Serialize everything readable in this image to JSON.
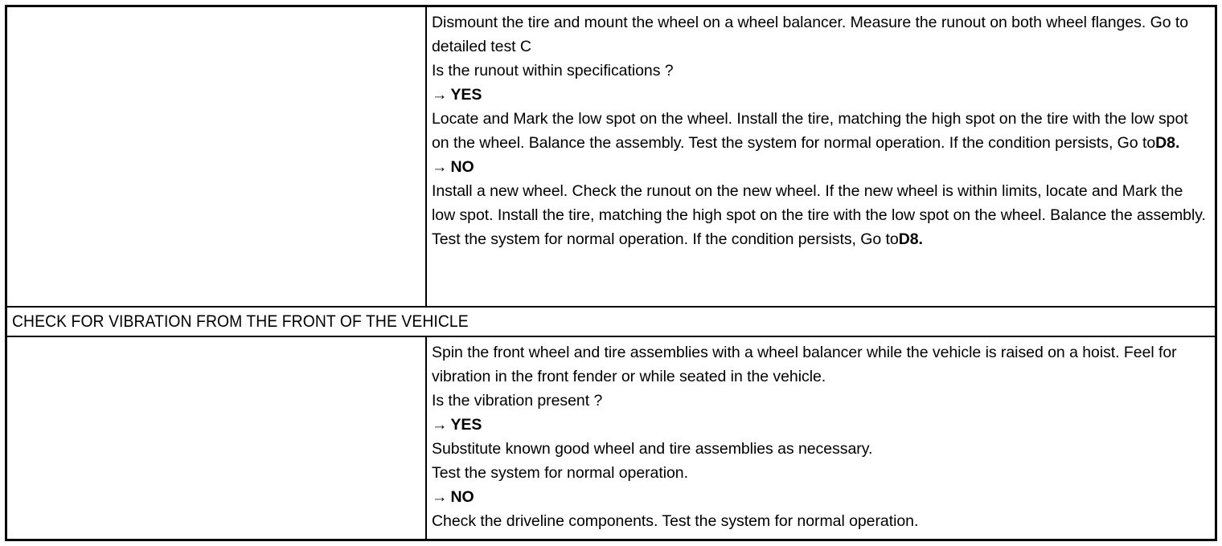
{
  "document": {
    "type": "diagnostic-procedure-table",
    "colors": {
      "text": "#000000",
      "background": "#ffffff",
      "border": "#000000"
    }
  },
  "table": {
    "rows": [
      {
        "id": "step-d7",
        "left_cell": "",
        "right_cell": {
          "lines": [
            {
              "kind": "instruction",
              "text": "Dismount the tire and mount the wheel on a wheel balancer. Measure the runout on both wheel flanges. Go to detailed test C"
            },
            {
              "kind": "question",
              "text": "Is the runout within specifications ?"
            },
            {
              "kind": "branch",
              "arrow": "→",
              "label": "YES"
            },
            {
              "kind": "instruction-ref",
              "text": "Locate and Mark the low spot on the wheel. Install the tire, matching the high spot on the tire with the low spot on the wheel. Balance the assembly. Test the system for normal operation. If the condition persists, Go to",
              "ref": "D8."
            },
            {
              "kind": "branch",
              "arrow": "→",
              "label": "NO"
            },
            {
              "kind": "instruction-ref",
              "text": "Install a new wheel. Check the runout on the new wheel. If the new wheel is within limits, locate and Mark the low spot. Install the tire, matching the high spot on the tire with the low spot on the wheel. Balance the assembly. Test the system for normal operation. If the condition persists, Go to",
              "ref": "D8."
            }
          ]
        }
      },
      {
        "id": "section-heading",
        "title": "CHECK FOR VIBRATION FROM THE FRONT OF THE VEHICLE"
      },
      {
        "id": "step-d8",
        "left_cell": "",
        "right_cell": {
          "lines": [
            {
              "kind": "instruction",
              "text": "Spin the front wheel and tire assemblies with a wheel balancer while the vehicle is raised on a hoist. Feel for vibration in the front fender or while seated in the vehicle."
            },
            {
              "kind": "question",
              "text": "Is the vibration present ?"
            },
            {
              "kind": "branch",
              "arrow": "→",
              "label": "YES"
            },
            {
              "kind": "instruction",
              "text": "Substitute known good wheel and tire assemblies as necessary."
            },
            {
              "kind": "instruction",
              "text": "Test the system for normal operation."
            },
            {
              "kind": "branch",
              "arrow": "→",
              "label": "NO"
            },
            {
              "kind": "instruction",
              "text": "Check the driveline components. Test the system for normal operation."
            }
          ]
        }
      }
    ]
  }
}
